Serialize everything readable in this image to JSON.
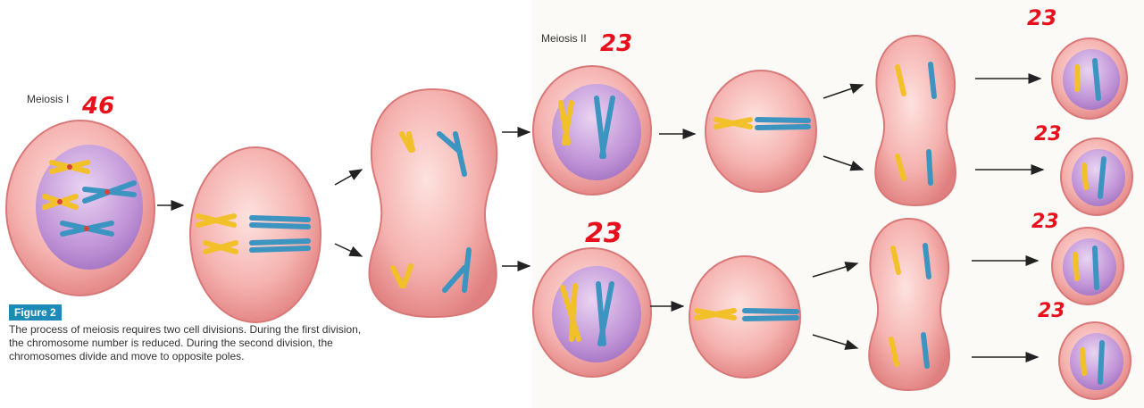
{
  "labels": {
    "meiosis1": "Meiosis I",
    "meiosis2": "Meiosis II",
    "figure": "Figure 2",
    "caption": "The process of meiosis requires two cell divisions. During the first division, the chromosome number is reduced. During the second division, the chromosomes divide and move to opposite poles."
  },
  "handwritten": {
    "meiosis1_count": "46",
    "meiosis2_count_top": "23",
    "meiosis2_count_bottom": "23",
    "daughter_1": "23",
    "daughter_2": "23",
    "daughter_3": "23",
    "daughter_4": "23"
  },
  "colors": {
    "cell_fill": "#f0a0a0",
    "cell_edge": "#d97878",
    "nucleus": "#b98bd3",
    "chromosome_yellow": "#f2c028",
    "chromosome_blue": "#3c95c0",
    "centromere": "#d8443a",
    "handwriting": "#e8101c",
    "figure_badge": "#1d8bb5"
  }
}
